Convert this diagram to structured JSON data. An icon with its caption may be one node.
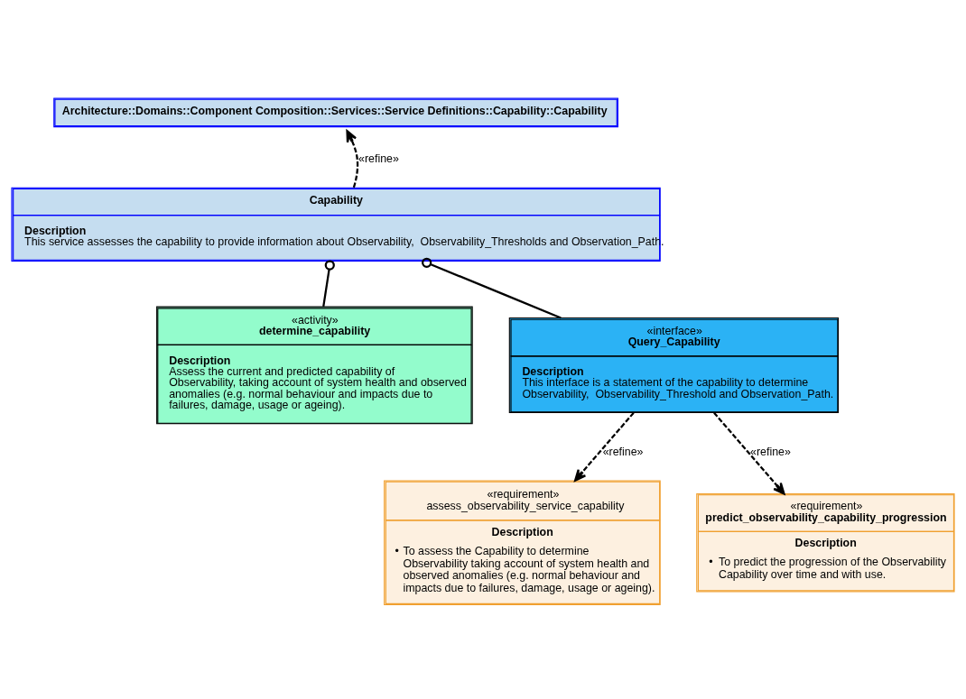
{
  "diagram": {
    "nodes": [
      {
        "text": [
          "Architecture::Domains::Component Composition::Services::Service Definitions::Capability::Capability"
        ]
      },
      {
        "text": [
          "Capability",
          "Description",
          "This service assesses the capability to provide information about Observability,  Observability_Thresholds and Observation_Path."
        ]
      },
      {
        "text": [
          "«activity»",
          "determine_capability",
          "Description",
          "Assess the current and predicted capability of Observability, taking account of system health and observed anomalies (e.g. normal behaviour and impacts due to failures, damage, usage or ageing)."
        ]
      },
      {
        "text": [
          "«interface»",
          "Query_Capability",
          "Description",
          "This interface is a statement of the capability to determine Observability,  Observability_Threshold and Observation_Path."
        ]
      },
      {
        "text": [
          "«requirement»",
          "assess_observability_service_capability",
          "Description",
          "•",
          "To assess the Capability to determine Observability taking account of system health and observed anomalies (e.g. normal behaviour and impacts due to failures, damage, usage or ageing)."
        ]
      },
      {
        "text": [
          "«requirement»",
          "predict_observability_capability_progression",
          "Description",
          "•",
          "To predict the progression of the Observability Capability over time and with use."
        ]
      }
    ],
    "edges": [
      {
        "from": 1,
        "to": 0,
        "arrow": "to",
        "style": "dashed",
        "label": "«refine»"
      },
      {
        "from": 1,
        "to": 2,
        "arrow": "other"
      },
      {
        "from": 1,
        "to": 3,
        "arrow": "other"
      },
      {
        "from": 3,
        "to": 4,
        "arrow": "to",
        "style": "dashed",
        "label": "«refine»"
      },
      {
        "from": 3,
        "to": 5,
        "arrow": "to",
        "style": "dashed",
        "label": "«refine»"
      }
    ]
  }
}
